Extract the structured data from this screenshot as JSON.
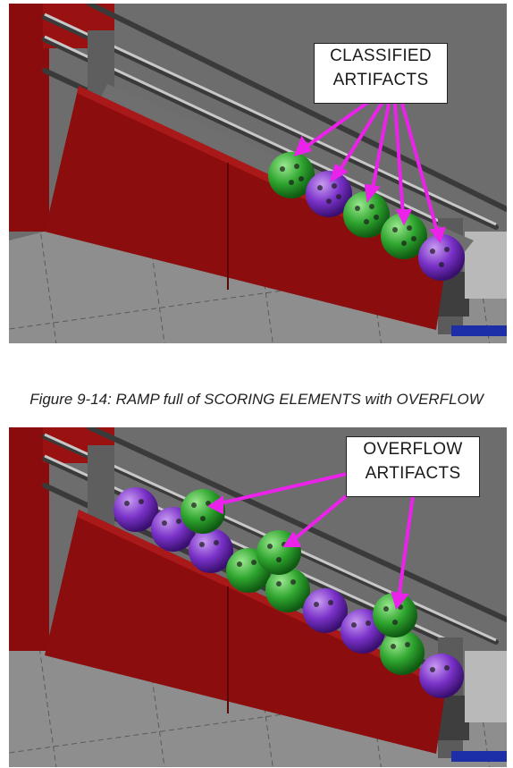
{
  "figure_top": {
    "callout": {
      "line1": "CLASSIFIED",
      "line2": "ARTIFACTS"
    }
  },
  "caption": "Figure 9-14: RAMP full of SCORING ELEMENTS with OVERFLOW",
  "figure_bottom": {
    "callout": {
      "line1": "OVERFLOW",
      "line2": "ARTIFACTS"
    }
  },
  "colors": {
    "ramp_red": "#8c0d0d",
    "ball_green": "#2fa52f",
    "ball_purple": "#7a32c8",
    "arrow_magenta": "#ea22ea",
    "floor_gray": "#8d8d8d"
  }
}
